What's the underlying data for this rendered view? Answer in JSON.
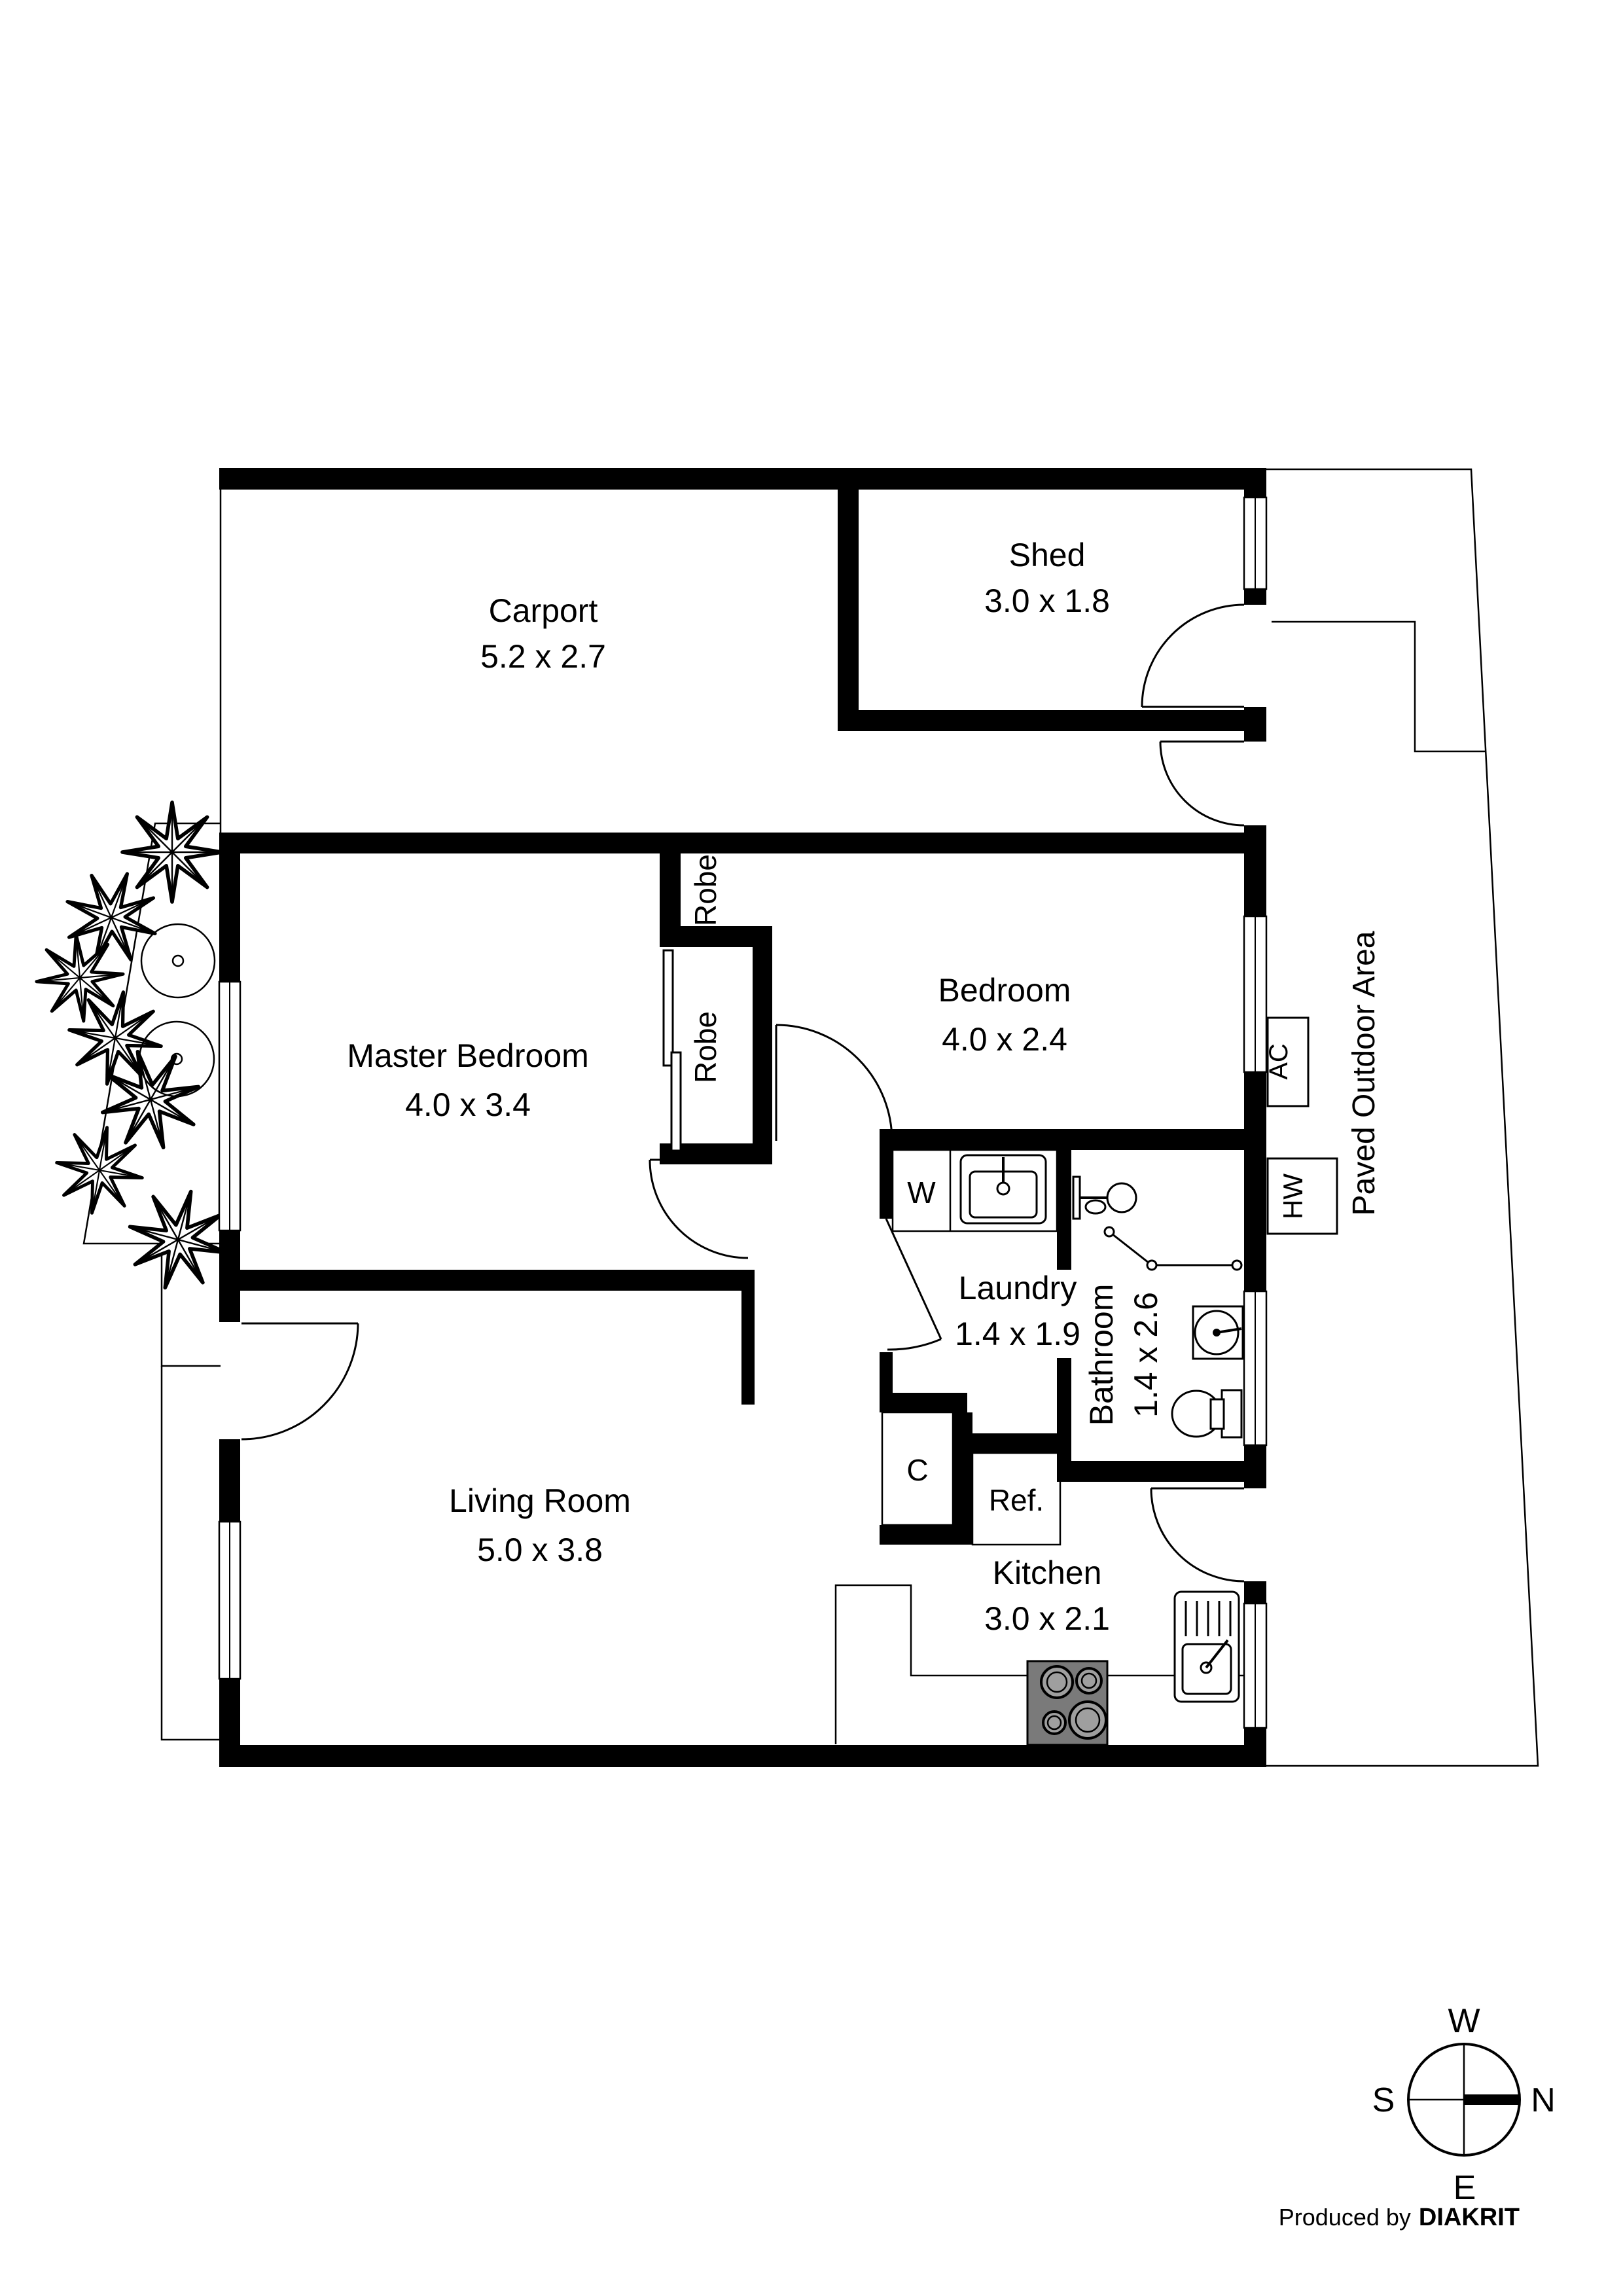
{
  "plan": {
    "rooms": {
      "carport": {
        "name": "Carport",
        "dims": "5.2 x 2.7"
      },
      "shed": {
        "name": "Shed",
        "dims": "3.0 x 1.8"
      },
      "master_bedroom": {
        "name": "Master Bedroom",
        "dims": "4.0 x 3.4"
      },
      "bedroom": {
        "name": "Bedroom",
        "dims": "4.0 x 2.4"
      },
      "living_room": {
        "name": "Living Room",
        "dims": "5.0 x 3.8"
      },
      "laundry": {
        "name": "Laundry",
        "dims": "1.4 x 1.9"
      },
      "bathroom": {
        "name": "Bathroom",
        "dims": "1.4 x 2.6"
      },
      "kitchen": {
        "name": "Kitchen",
        "dims": "3.0 x 2.1"
      }
    },
    "fixtures": {
      "robe_top": "Robe",
      "robe_bottom": "Robe",
      "washer": "W",
      "cupboard": "C",
      "fridge": "Ref.",
      "air_conditioner": "AC",
      "hot_water": "HW"
    },
    "outdoor": {
      "paved_area": "Paved Outdoor Area"
    },
    "compass": {
      "west": "W",
      "north": "N",
      "south": "S",
      "east": "E"
    },
    "footer": {
      "produced_by": "Produced by",
      "brand": "DIAKRIT"
    },
    "colors": {
      "wall": "#000000",
      "background": "#ffffff",
      "cooktop": "#7a7a7a",
      "burner": "#9f9f9f"
    }
  }
}
